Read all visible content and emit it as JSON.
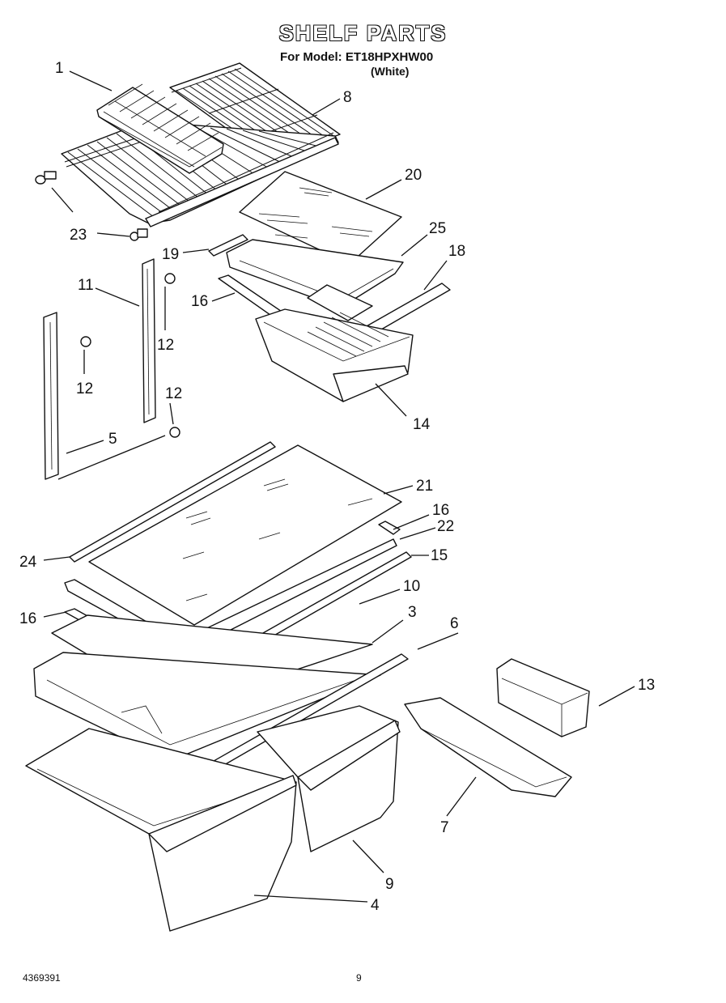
{
  "header": {
    "title": "SHELF PARTS",
    "model_line": "For Model: ET18HPXHW00",
    "color_line": "(White)"
  },
  "footer": {
    "doc_number": "4369391",
    "page_number": "9"
  },
  "callouts": {
    "c1": "1",
    "c8": "8",
    "c20": "20",
    "c23": "23",
    "c25": "25",
    "c19": "19",
    "c18": "18",
    "c11": "11",
    "c16a": "16",
    "c12a": "12",
    "c12b": "12",
    "c12c": "12",
    "c14": "14",
    "c5": "5",
    "c21": "21",
    "c16b": "16",
    "c22": "22",
    "c24": "24",
    "c15": "15",
    "c10": "10",
    "c16c": "16",
    "c3": "3",
    "c6": "6",
    "c13": "13",
    "c7": "7",
    "c9": "9",
    "c4": "4"
  }
}
